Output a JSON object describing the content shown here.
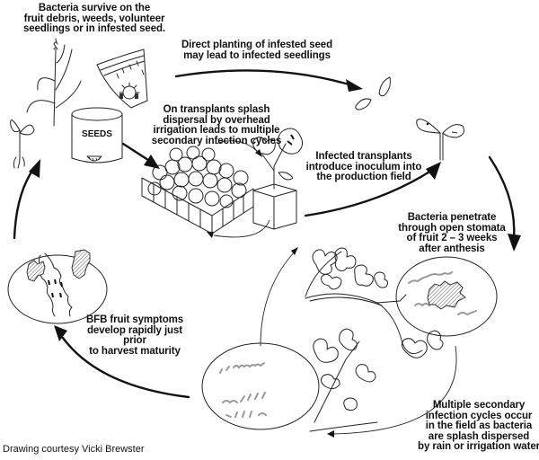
{
  "diagram": {
    "title": "Bacterial fruit blotch (BFB) disease cycle",
    "stages": [
      {
        "id": "survival",
        "text": "Bacteria survive on the\nfruit debris, weeds, volunteer\nseedlings or in infested seed."
      },
      {
        "id": "direct-planting",
        "text": "Direct planting of infested seed\nmay lead to infected seedlings"
      },
      {
        "id": "transplant-splash",
        "text": "On transplants splash\ndispersal by overhead\nirrigation leads to multiple\nsecondary infection cycles"
      },
      {
        "id": "infected-transplants",
        "text": "Infected transplants\nintroduce inoculum into\nthe production field"
      },
      {
        "id": "stomata-penetration",
        "text": "Bacteria penetrate\nthrough open stomata\nof fruit 2 – 3 weeks\nafter anthesis"
      },
      {
        "id": "field-secondary",
        "text": "Multiple secondary\ninfection cycles occur\nin the field as bacteria\nare splash dispersed\nby rain or irrigation water"
      },
      {
        "id": "fruit-symptoms",
        "text": "BFB fruit symptoms\ndevelop rapidly just prior\nto harvest maturity"
      }
    ],
    "seed_can_label": "SEEDS",
    "credit": "Drawing courtesy Vicki Brewster"
  }
}
